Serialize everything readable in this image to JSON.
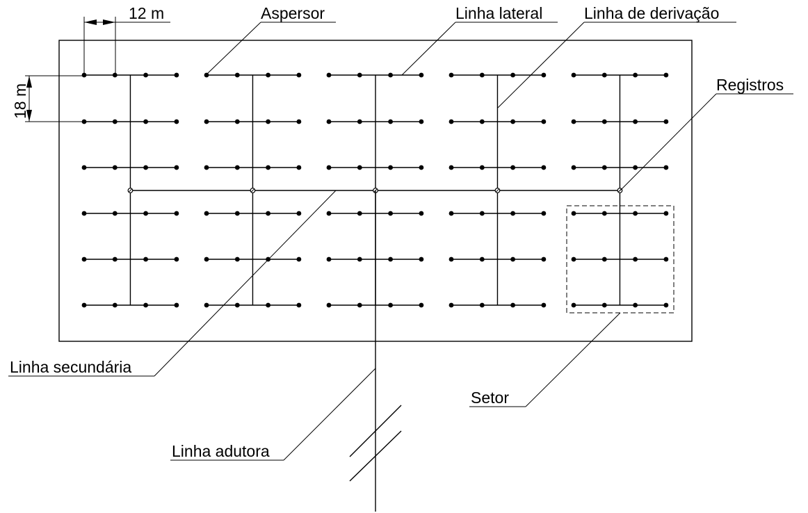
{
  "labels": {
    "spacing_x": "12 m",
    "spacing_y": "18 m",
    "aspersor": "Aspersor",
    "linha_lateral": "Linha lateral",
    "linha_derivacao": "Linha de derivação",
    "registros": "Registros",
    "linha_secundaria": "Linha secundária",
    "setor": "Setor",
    "linha_adutora": "Linha adutora"
  },
  "layout": {
    "blocks": 5,
    "sprinklers_per_lateral": 4,
    "rows_above_secondary": 3,
    "rows_below_secondary": 3
  },
  "colors": {
    "line": "#000000",
    "background": "#ffffff"
  }
}
